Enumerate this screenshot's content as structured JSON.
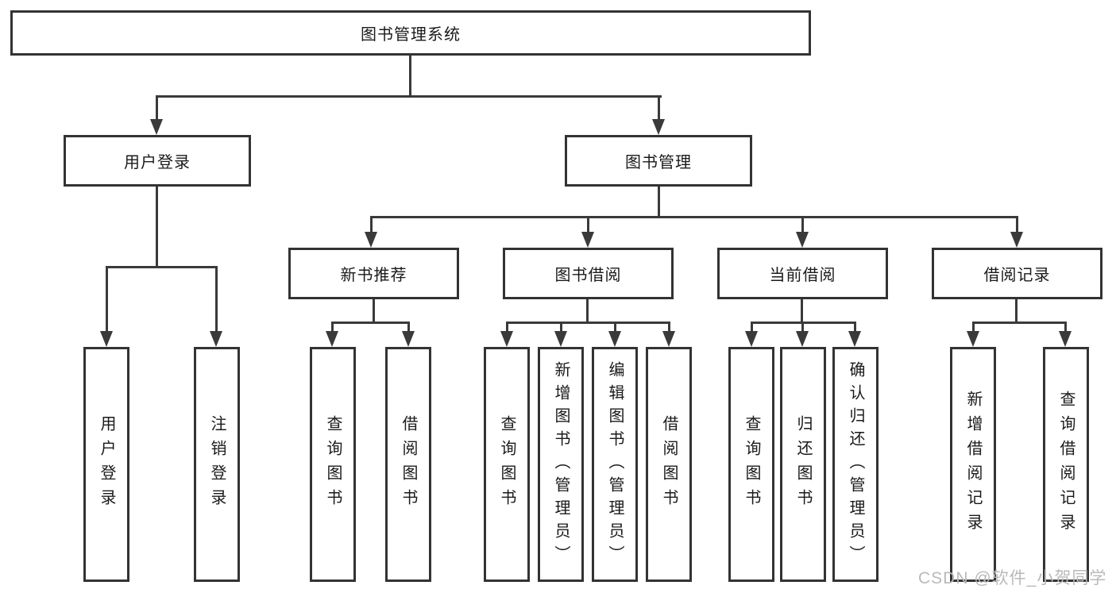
{
  "tree": {
    "root": "图书管理系统",
    "branches": [
      {
        "label": "用户登录",
        "children": [
          "用户登录",
          "注销登录"
        ]
      },
      {
        "label": "图书管理",
        "groups": [
          {
            "label": "新书推荐",
            "children": [
              "查询图书",
              "借阅图书"
            ]
          },
          {
            "label": "图书借阅",
            "children": [
              "查询图书",
              "新增图书（管理员）",
              "编辑图书（管理员）",
              "借阅图书"
            ]
          },
          {
            "label": "当前借阅",
            "children": [
              "查询图书",
              "归还图书",
              "确认归还（管理员）"
            ]
          },
          {
            "label": "借阅记录",
            "children": [
              "新增借阅记录",
              "查询借阅记录"
            ]
          }
        ]
      }
    ]
  },
  "watermark": {
    "text": "CSDN @软件_小贺同学"
  },
  "colors": {
    "line": "#3a3a3a",
    "box_border": "#333333",
    "text": "#1a1a1a",
    "watermark": "#b9b9b9",
    "background": "#ffffff"
  }
}
